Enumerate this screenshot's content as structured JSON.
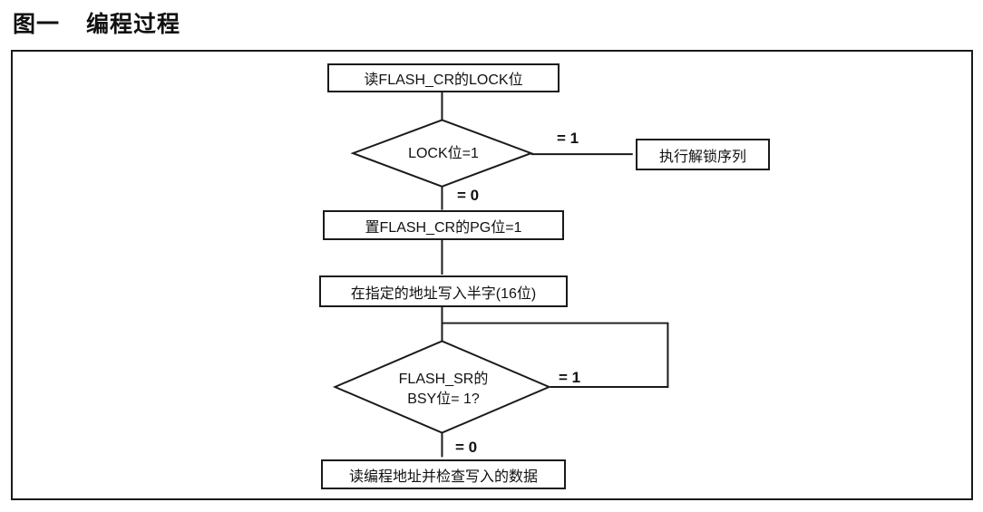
{
  "title": {
    "figure_label": "图一",
    "figure_name": "编程过程"
  },
  "flowchart": {
    "nodes": {
      "read_lock": "读FLASH_CR的LOCK位",
      "lock_decision": "LOCK位=1",
      "unlock": "执行解锁序列",
      "set_pg": "置FLASH_CR的PG位=1",
      "write_halfword": "在指定的地址写入半字(16位)",
      "bsy_decision_line1": "FLASH_SR的",
      "bsy_decision_line2": "BSY位= 1?",
      "verify": "读编程地址并检查写入的数据"
    },
    "edge_labels": {
      "lock_eq1": "= 1",
      "lock_eq0": "= 0",
      "bsy_eq1": "= 1",
      "bsy_eq0": "= 0"
    }
  },
  "colors": {
    "line": "#1a1a1a",
    "background": "#ffffff",
    "text": "#111111"
  }
}
